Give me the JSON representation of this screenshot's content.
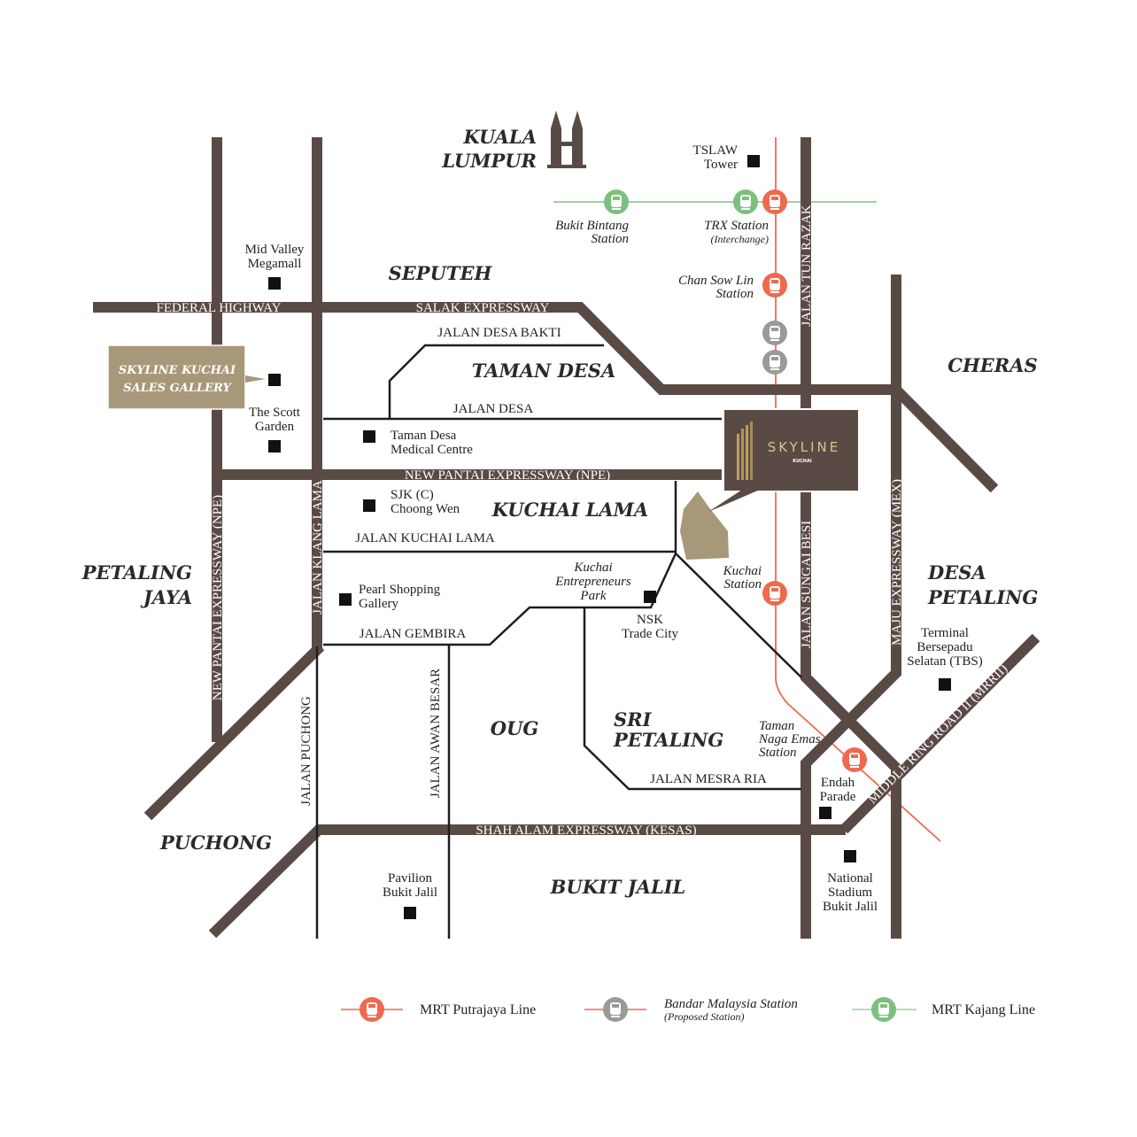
{
  "colors": {
    "road": "#5a4a45",
    "putrajaya": "#ee6a4f",
    "bandar": "#9a9a9a",
    "kajang": "#7cc07f",
    "gold": "#a8987a"
  },
  "areas": {
    "kl1": "KUALA",
    "kl2": "LUMPUR",
    "seputeh": "SEPUTEH",
    "taman_desa": "TAMAN DESA",
    "cheras": "CHERAS",
    "kuchai_lama": "KUCHAI LAMA",
    "pj1": "PETALING",
    "pj2": "JAYA",
    "dp1": "DESA",
    "dp2": "PETALING",
    "oug": "OUG",
    "sp1": "SRI",
    "sp2": "PETALING",
    "puchong": "PUCHONG",
    "bukit_jalil": "BUKIT JALIL"
  },
  "roads": {
    "federal": "FEDERAL HIGHWAY",
    "salak": "SALAK EXPRESSWAY",
    "desa_bakti": "JALAN DESA BAKTI",
    "desa": "JALAN DESA",
    "npe": "NEW PANTAI EXPRESSWAY (NPE)",
    "kuchai_lama": "JALAN KUCHAI LAMA",
    "gembira": "JALAN GEMBIRA",
    "mesra_ria": "JALAN MESRA RIA",
    "kesas": "SHAH ALAM EXPRESSWAY (KESAS)",
    "npe_v": "NEW PANTAI EXPRESSWAY (NPE)",
    "klang_lama": "JALAN KLANG LAMA",
    "puchong": "JALAN PUCHONG",
    "awan_besar": "JALAN AWAN BESAR",
    "tun_razak": "JALAN TUN RAZAK",
    "sungai_besi": "JALAN SUNGAI BESI",
    "mex": "MAJU EXPRESSWAY (MEX)",
    "mrr2": "MIDDLE RING ROAD II (MRRII)"
  },
  "landmarks": {
    "tslaw": [
      "TSLAW",
      "Tower"
    ],
    "midvalley": [
      "Mid Valley",
      "Megamall"
    ],
    "scott": [
      "The Scott",
      "Garden"
    ],
    "tdmc": [
      "Taman Desa",
      "Medical Centre"
    ],
    "sjk": [
      "SJK (C)",
      "Choong Wen"
    ],
    "pearl": [
      "Pearl Shopping",
      "Gallery"
    ],
    "nsk": [
      "NSK",
      "Trade City"
    ],
    "tbs": [
      "Terminal",
      "Bersepadu",
      "Selatan (TBS)"
    ],
    "endah": [
      "Endah",
      "Parade"
    ],
    "stadium": [
      "National",
      "Stadium",
      "Bukit Jalil"
    ],
    "pavilion": [
      "Pavilion",
      "Bukit Jalil"
    ],
    "kep": [
      "Kuchai",
      "Entrepreneurs",
      "Park"
    ]
  },
  "stations": {
    "bukit_bintang": [
      "Bukit Bintang",
      "Station"
    ],
    "trx": [
      "TRX Station",
      "(Interchange)"
    ],
    "chan_sow_lin": [
      "Chan Sow Lin",
      "Station"
    ],
    "kuchai": [
      "Kuchai",
      "Station"
    ],
    "naga_emas": [
      "Taman",
      "Naga Emas",
      "Station"
    ]
  },
  "sales_gallery": [
    "SKYLINE KUCHAI",
    "SALES GALLERY"
  ],
  "project": {
    "name": "SKYLINE",
    "sub": "KUCHAI"
  },
  "legend": {
    "putrajaya": "MRT Putrajaya Line",
    "bandar": "Bandar Malaysia Station",
    "bandar_sub": "(Proposed Station)",
    "kajang": "MRT Kajang Line"
  }
}
